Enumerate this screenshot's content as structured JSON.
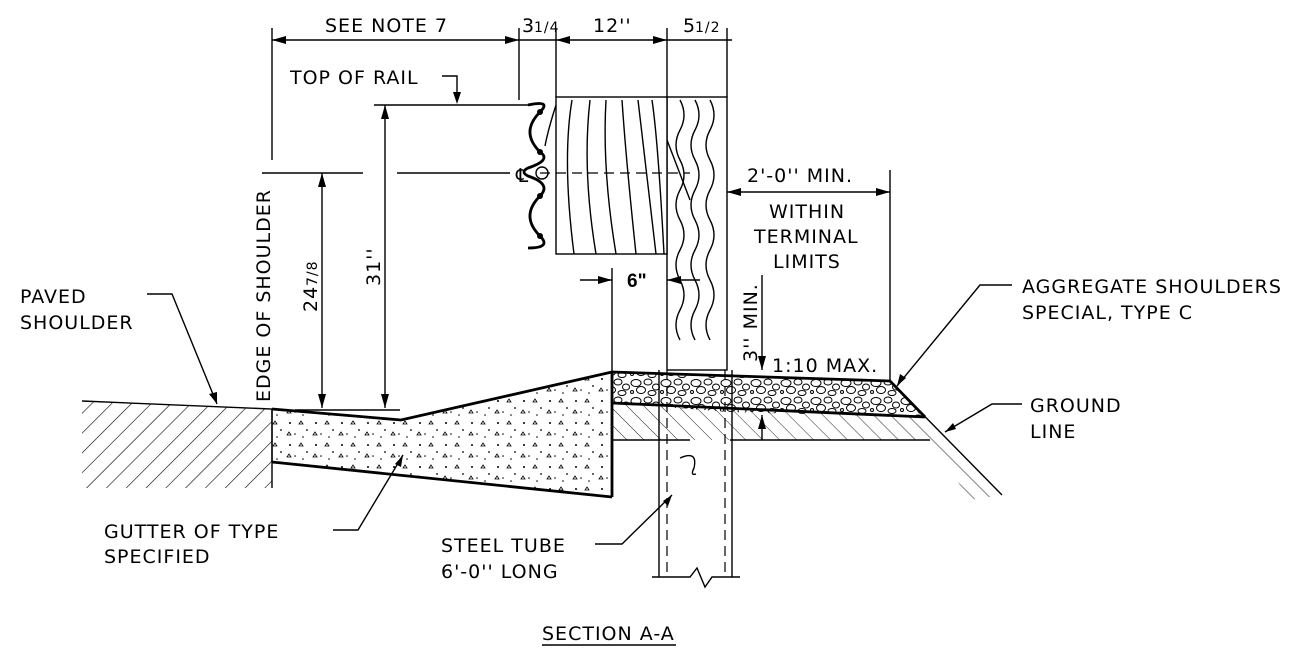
{
  "title": "SECTION A-A",
  "dimensions": {
    "see_note": "SEE NOTE 7",
    "three_quarter": "3",
    "three_quarter_frac": "1/4",
    "twelve": "12''",
    "five_half": "5",
    "five_half_frac": "1/2",
    "height_31": "31''",
    "height_24": "24",
    "height_24_frac": "7/8",
    "two_ft_min": "2'-0'' MIN.",
    "six_in": "6\"",
    "three_min": "3'' MIN.",
    "slope": "1:10 MAX."
  },
  "labels": {
    "top_of_rail": "TOP OF RAIL",
    "centerline": "℄",
    "edge_of_shoulder": "EDGE OF SHOULDER",
    "within_line1": "WITHIN",
    "within_line2": "TERMINAL",
    "within_line3": "LIMITS",
    "paved_line1": "PAVED",
    "paved_line2": "SHOULDER",
    "aggregate_line1": "AGGREGATE SHOULDERS",
    "aggregate_line2": "SPECIAL, TYPE C",
    "ground_line1": "GROUND",
    "ground_line2": "LINE",
    "gutter_line1": "GUTTER OF TYPE",
    "gutter_line2": "SPECIFIED",
    "steel_line1": "STEEL TUBE",
    "steel_line2": "6'-0'' LONG"
  }
}
